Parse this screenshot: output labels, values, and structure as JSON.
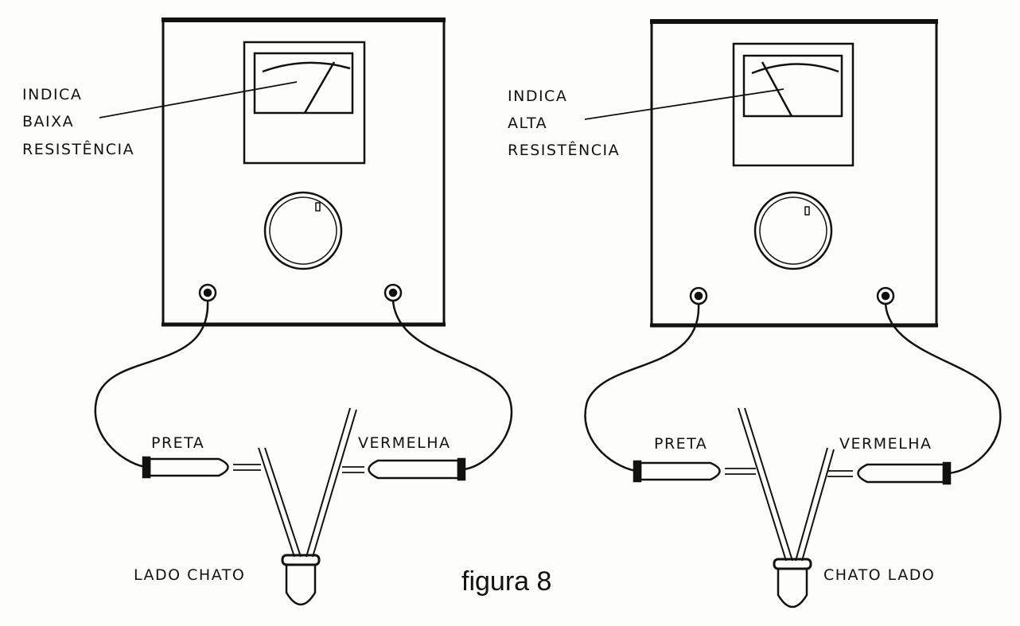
{
  "figure_caption": "figura 8",
  "left_setup": {
    "indicator_label": [
      "INDICA",
      "BAIXA",
      "RESISTÊNCIA"
    ],
    "probe_black": "PRETA",
    "probe_red": "VERMELHA",
    "flat_side_label": "LADO CHATO"
  },
  "right_setup": {
    "indicator_label": [
      "INDICA",
      "ALTA",
      "RESISTÊNCIA"
    ],
    "probe_black": "PRETA",
    "probe_red": "VERMELHA",
    "flat_side_label": "CHATO LADO"
  }
}
